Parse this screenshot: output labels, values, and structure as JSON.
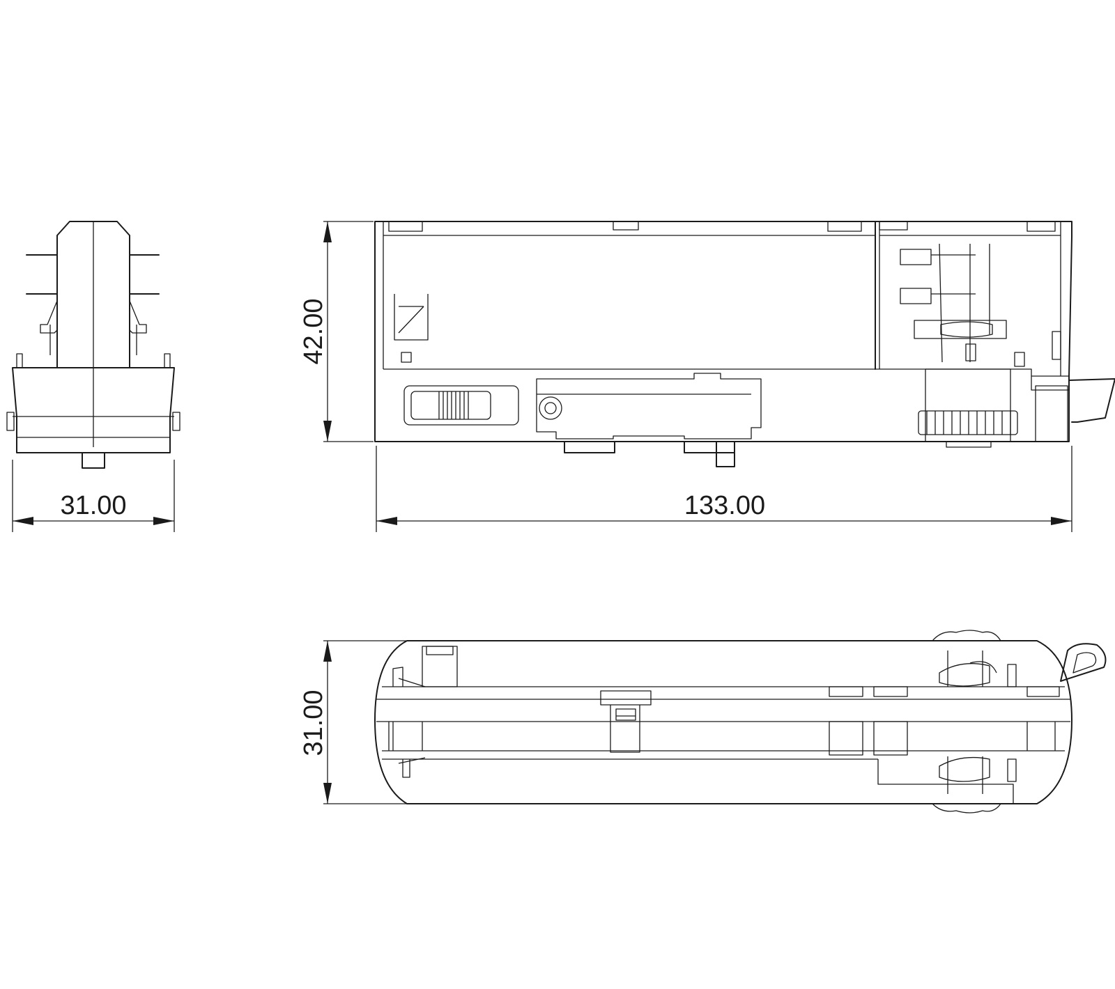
{
  "dimensions": {
    "end_view_width": "31.00",
    "side_view_height": "42.00",
    "side_view_length": "133.00",
    "top_view_width": "31.00"
  },
  "colors": {
    "line": "#1a1a1a",
    "background": "#ffffff"
  }
}
